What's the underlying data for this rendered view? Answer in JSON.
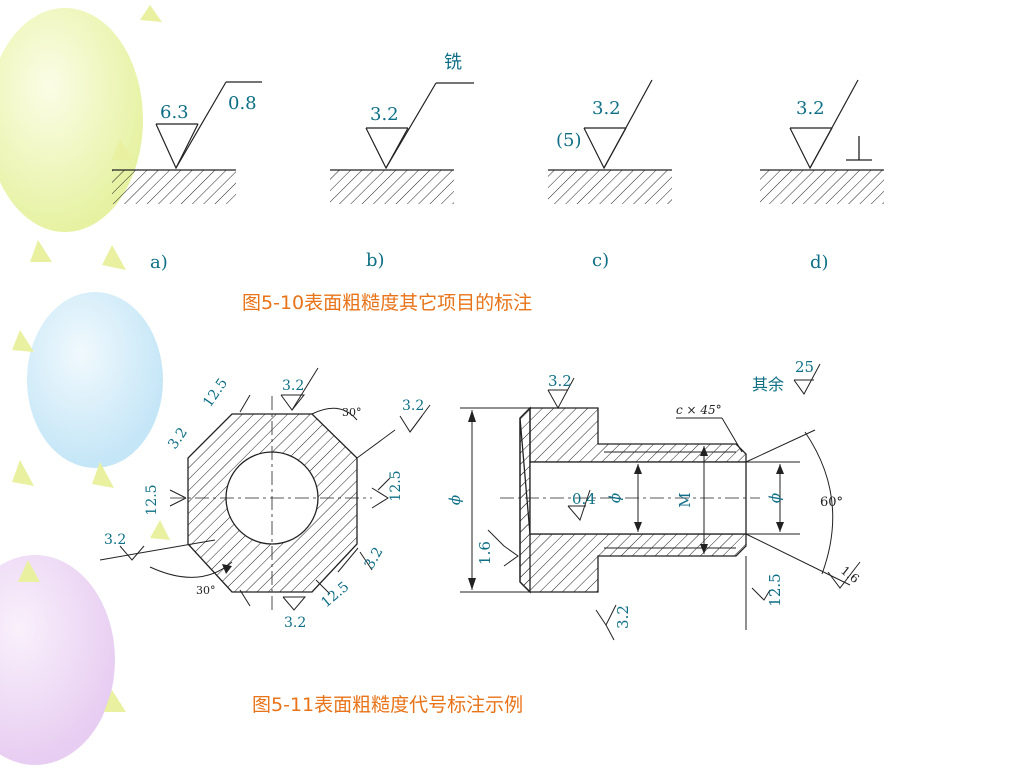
{
  "figure_10": {
    "caption": "图5-10表面粗糙度其它项目的标注",
    "a": {
      "label": "a)",
      "value_left": "6.3",
      "value_right": "0.8"
    },
    "b": {
      "label": "b)",
      "value": "3.2",
      "process": "铣"
    },
    "c": {
      "label": "c)",
      "value": "3.2",
      "sampling": "(5)"
    },
    "d": {
      "label": "d)",
      "value": "3.2",
      "lay_symbol": "⊥"
    }
  },
  "figure_11": {
    "caption": "图5-11表面粗糙度代号标注示例",
    "ring": {
      "top": "3.2",
      "bottom": "3.2",
      "left": "12.5",
      "right": "12.5",
      "upper_left_a": "12.5",
      "upper_left_b": "3.2",
      "upper_right": "3.2",
      "lower_left": "3.2",
      "lower_right_a": "3.2",
      "lower_right_b": "12.5",
      "angle_top": "30°",
      "angle_bottom": "30°"
    },
    "part": {
      "head_top": "3.2",
      "rest_value": "25",
      "rest_label": "其余",
      "chamfer": "c × 45°",
      "bore": "0.4",
      "phi": "ϕ",
      "thread": "M",
      "face_left": "1.6",
      "face_bottom": "3.2",
      "face_right": "12.5",
      "thread_end": "1.6",
      "angle": "60°"
    }
  }
}
